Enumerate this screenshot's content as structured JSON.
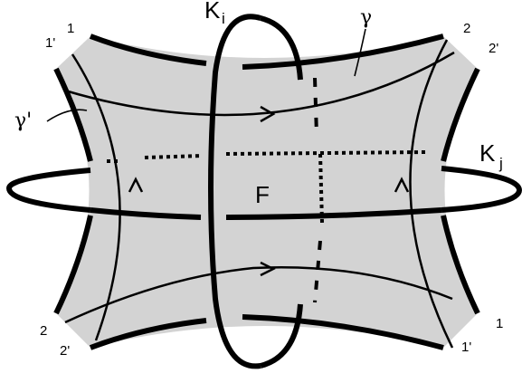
{
  "labels": {
    "knot_i": "K",
    "knot_i_sub": "i",
    "knot_j": "K",
    "knot_j_sub": "j",
    "surface": "F",
    "curve_gamma": "γ",
    "curve_gamma_prime": "γ'",
    "corner_top_left_outer": "1",
    "corner_top_left_inner": "1'",
    "corner_top_right_outer": "2",
    "corner_top_right_inner": "2'",
    "corner_bottom_left_outer": "2",
    "corner_bottom_left_inner": "2'",
    "corner_bottom_right_outer": "1",
    "corner_bottom_right_inner": "1'"
  },
  "colors": {
    "surface_fill": "#d3d3d3",
    "stroke": "#000000",
    "background": "#ffffff"
  }
}
